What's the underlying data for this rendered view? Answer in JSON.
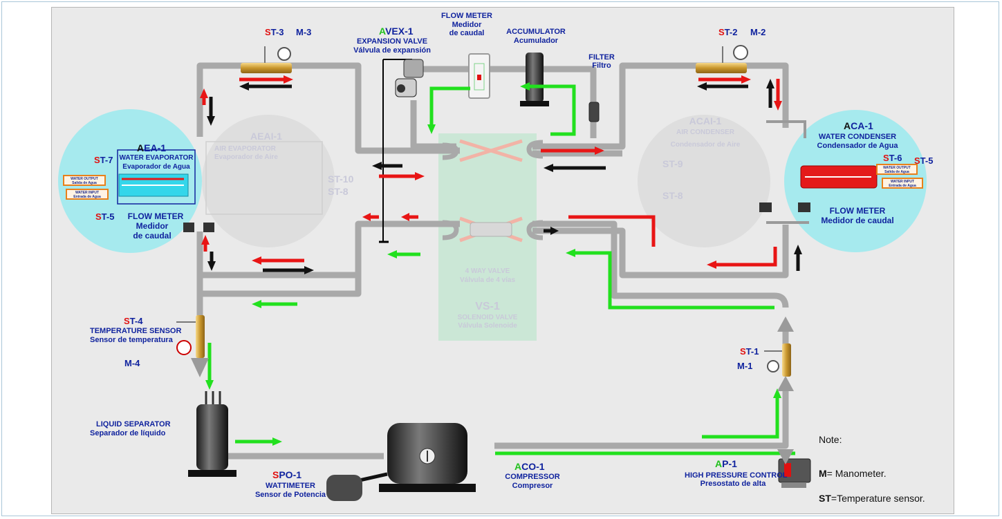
{
  "components": {
    "st3": {
      "prefix": "S",
      "rest": "T-3"
    },
    "m3": "M-3",
    "avex": {
      "prefix": "A",
      "rest": "VEX-1"
    },
    "avex_en": "EXPANSION VALVE",
    "avex_es": "Válvula de expansión",
    "flowmeter_top_en": "FLOW METER",
    "flowmeter_top_es1": "Medidor",
    "flowmeter_top_es2": "de caudal",
    "accumulator_en": "ACCUMULATOR",
    "accumulator_es": "Acumulador",
    "filter_en": "FILTER",
    "filter_es": "Filtro",
    "st2": {
      "prefix": "S",
      "rest": "T-2"
    },
    "m2": "M-2",
    "aca": {
      "prefix": "A",
      "rest": "CA-1"
    },
    "aca_en": "WATER CONDENSER",
    "aca_es": "Condensador de Agua",
    "st6": {
      "prefix": "S",
      "rest": "T-6"
    },
    "st5r": {
      "prefix": "S",
      "rest": "T-5"
    },
    "flowmeter_right_en": "FLOW METER",
    "flowmeter_right_es": "Medidor de caudal",
    "aea": {
      "prefix": "A",
      "rest": "EA-1"
    },
    "aea_en": "WATER EVAPORATOR",
    "aea_es": "Evaporador de Agua",
    "st7": {
      "prefix": "S",
      "rest": "T-7"
    },
    "st5l": {
      "prefix": "S",
      "rest": "T-5"
    },
    "flowmeter_left_en": "FLOW METER",
    "flowmeter_left_es1": "Medidor",
    "flowmeter_left_es2": "de caudal",
    "water_output": "WATER OUTPUT",
    "water_output_es": "Salida de Agua",
    "water_input": "WATER INPUT",
    "water_input_es": "Entrada de Agua",
    "st4": {
      "prefix": "S",
      "rest": "T-4"
    },
    "st4_en": "TEMPERATURE SENSOR",
    "st4_es": "Sensor de temperatura",
    "m4": "M-4",
    "sep_en": "LIQUID SEPARATOR",
    "sep_es": "Separador de  líquido",
    "spo": {
      "prefix": "S",
      "rest": "PO-1"
    },
    "spo_en": "WATTIMETER",
    "spo_es": "Sensor de Potencia",
    "aco": {
      "prefix": "A",
      "rest": "CO-1"
    },
    "aco_en": "COMPRESSOR",
    "aco_es": "Compresor",
    "ap": {
      "prefix": "A",
      "rest": "P-1"
    },
    "ap_en": "HIGH PRESSURE CONTROL",
    "ap_es": "Presostato de alta",
    "st1": {
      "prefix": "S",
      "rest": "T-1"
    },
    "m1": "M-1"
  },
  "ghosts": {
    "aeai": "AEAI-1",
    "aeai_en": "AIR EVAPORATOR",
    "aeai_es": "Evaporador de Aire",
    "st10": "ST-10",
    "st8l": "ST-8",
    "acai": "ACAI-1",
    "acai_en": "AIR CONDENSER",
    "acai_es": "Condensador de Aire",
    "st9": "ST-9",
    "st8r": "ST-8",
    "fourway_en": "4 WAY  VALVE",
    "fourway_es": "Válvula de 4  vías",
    "vs": "VS-1",
    "vs_en": "SOLENOID VALVE",
    "vs_es": "Válvula Solenoide"
  },
  "note": {
    "title": "Note:",
    "m_key": "M",
    "m_text": "= Manometer.",
    "st_key": "ST",
    "st_text": "=Temperature sensor."
  },
  "colors": {
    "pipe": "#a9a9a9",
    "hot": "#e81515",
    "cold": "#22e01e",
    "label": "#10239e",
    "water_zone": "#a6eaee",
    "valve_zone": "#c6e6d2"
  }
}
